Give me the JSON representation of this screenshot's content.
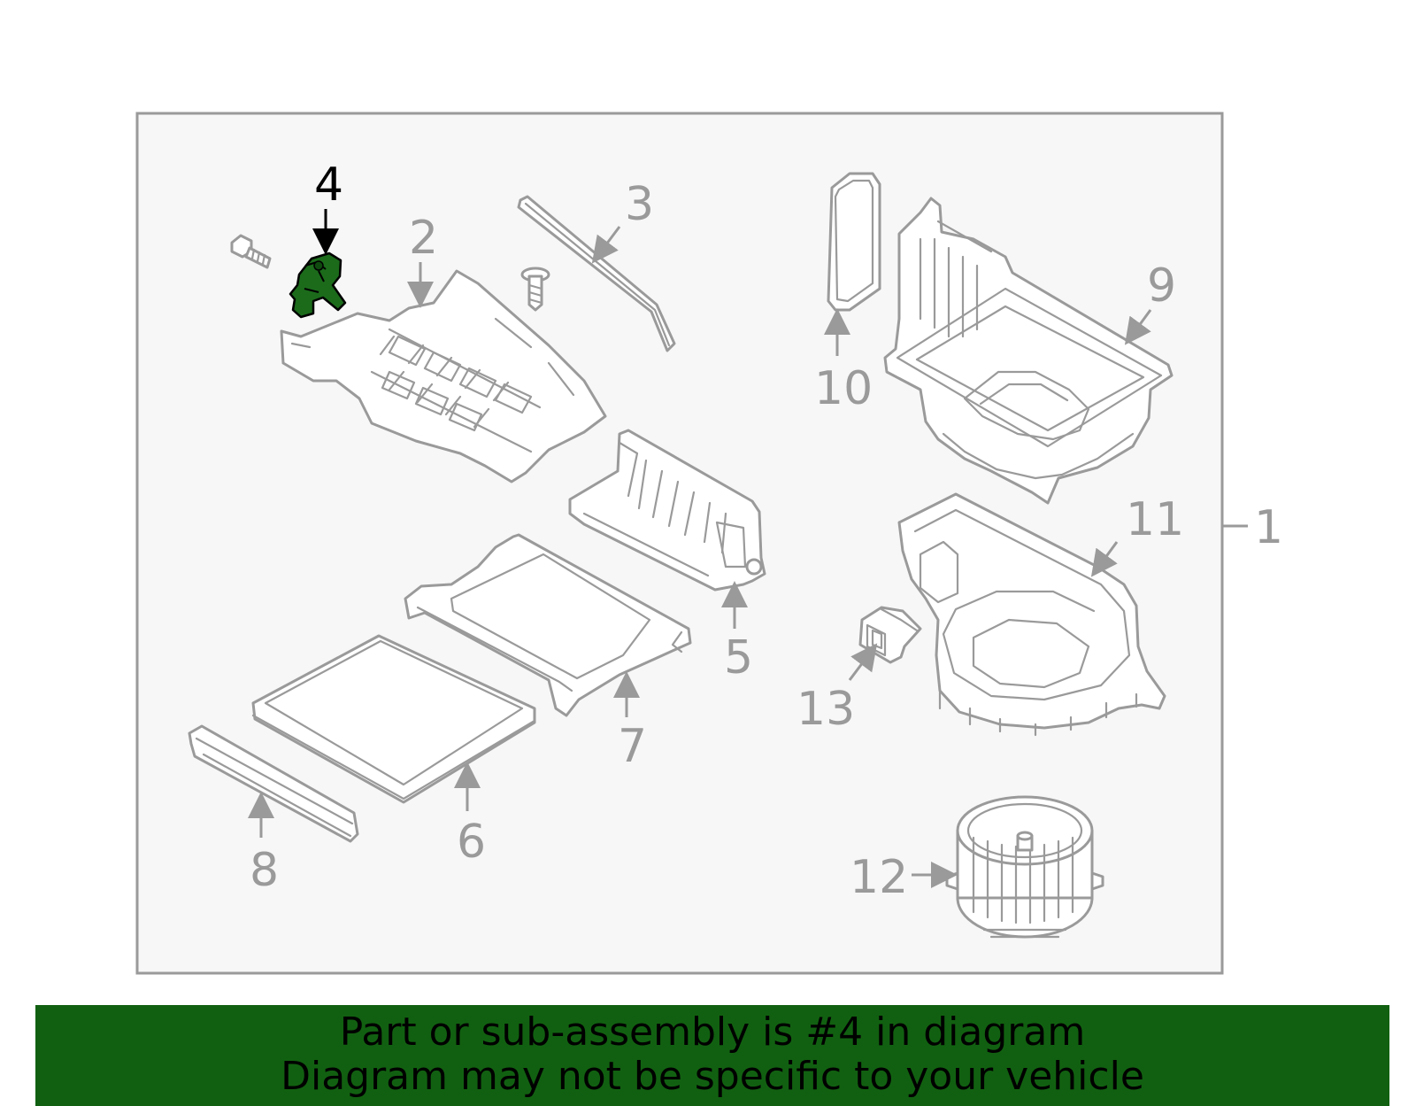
{
  "callouts": {
    "c1": "1",
    "c2": "2",
    "c3": "3",
    "c4": "4",
    "c5": "5",
    "c6": "6",
    "c7": "7",
    "c8": "8",
    "c9": "9",
    "c10": "10",
    "c11": "11",
    "c12": "12",
    "c13": "13"
  },
  "highlighted_part": "4",
  "colors": {
    "highlight": "#1b6b1b",
    "banner": "#116011",
    "line": "#9a9a9a",
    "panel": "#f7f7f7"
  },
  "banner": {
    "line1": "Part or sub-assembly is #4 in diagram",
    "line2": "Diagram may not be specific to your vehicle"
  }
}
